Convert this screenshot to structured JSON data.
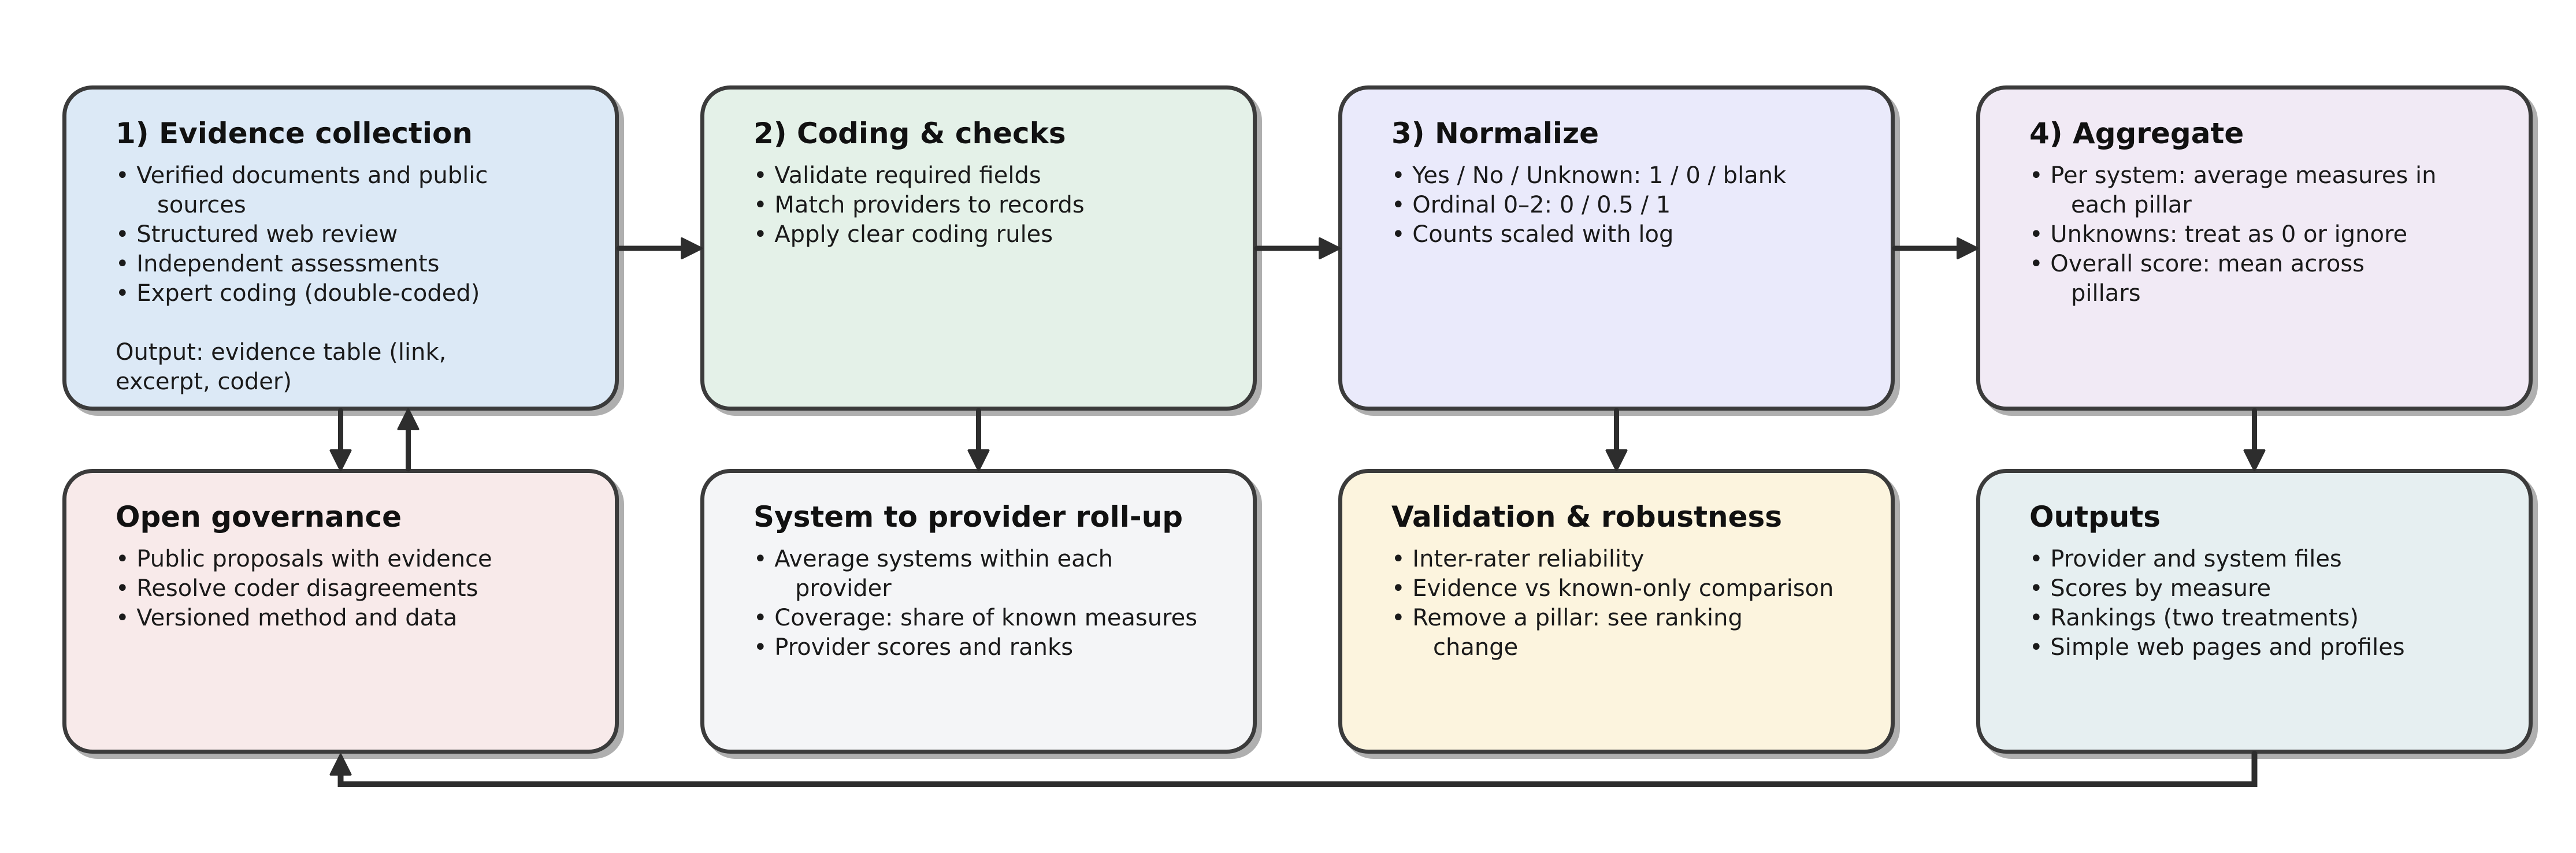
{
  "diagram": {
    "background": "#ffffff",
    "colors": {
      "border": "#3b3b3b",
      "arrow": "#2d2d2d",
      "shadow": "#6e6e6e",
      "text": "#1a1a1a"
    },
    "bullet_char": "•",
    "boxes": {
      "top_row": [
        {
          "id": "evidence-collection",
          "title": "1) Evidence collection",
          "fill": "#dce9f6",
          "bullets": [
            [
              "Verified documents and public",
              "sources"
            ],
            [
              "Structured web review"
            ],
            [
              "Independent assessments"
            ],
            [
              "Expert coding (double-coded)"
            ]
          ],
          "note": [
            "Output: evidence table (link,",
            "excerpt, coder)"
          ]
        },
        {
          "id": "coding-checks",
          "title": "2) Coding & checks",
          "fill": "#e4f1e8",
          "bullets": [
            [
              "Validate required fields"
            ],
            [
              "Match providers to records"
            ],
            [
              "Apply clear coding rules"
            ]
          ]
        },
        {
          "id": "normalize",
          "title": "3) Normalize",
          "fill": "#eaeafb",
          "bullets": [
            [
              "Yes / No / Unknown: 1 / 0 / blank"
            ],
            [
              "Ordinal 0–2: 0 / 0.5 / 1"
            ],
            [
              "Counts scaled with log"
            ]
          ]
        },
        {
          "id": "aggregate",
          "title": "4) Aggregate",
          "fill": "#f1eaf5",
          "bullets": [
            [
              "Per system: average measures in",
              "each pillar"
            ],
            [
              "Unknowns: treat as 0 or ignore"
            ],
            [
              "Overall score: mean across",
              "pillars"
            ]
          ]
        }
      ],
      "bottom_row": [
        {
          "id": "open-governance",
          "title": "Open governance",
          "fill": "#f8eaea",
          "bullets": [
            [
              "Public proposals with evidence"
            ],
            [
              "Resolve coder disagreements"
            ],
            [
              "Versioned method and data"
            ]
          ]
        },
        {
          "id": "system-provider-rollup",
          "title": "System to provider roll-up",
          "fill": "#f4f5f7",
          "bullets": [
            [
              "Average systems within each",
              "provider"
            ],
            [
              "Coverage: share of known measures"
            ],
            [
              "Provider scores and ranks"
            ]
          ]
        },
        {
          "id": "validation-robustness",
          "title": "Validation & robustness",
          "fill": "#fcf4de",
          "bullets": [
            [
              "Inter-rater reliability"
            ],
            [
              "Evidence vs known-only comparison"
            ],
            [
              "Remove a pillar: see ranking",
              "change"
            ]
          ]
        },
        {
          "id": "outputs",
          "title": "Outputs",
          "fill": "#e6eff1",
          "bullets": [
            [
              "Provider and system files"
            ],
            [
              "Scores by measure"
            ],
            [
              "Rankings (two treatments)"
            ],
            [
              "Simple web pages and profiles"
            ]
          ]
        }
      ]
    },
    "flows": [
      {
        "from": "evidence-collection",
        "to": "coding-checks",
        "style": "right"
      },
      {
        "from": "coding-checks",
        "to": "normalize",
        "style": "right"
      },
      {
        "from": "normalize",
        "to": "aggregate",
        "style": "right"
      },
      {
        "from": "evidence-collection",
        "to": "open-governance",
        "style": "down"
      },
      {
        "from": "open-governance",
        "to": "evidence-collection",
        "style": "up"
      },
      {
        "from": "coding-checks",
        "to": "system-provider-rollup",
        "style": "down"
      },
      {
        "from": "normalize",
        "to": "validation-robustness",
        "style": "down"
      },
      {
        "from": "aggregate",
        "to": "outputs",
        "style": "down"
      },
      {
        "from": "outputs",
        "to": "open-governance",
        "style": "feedback"
      }
    ]
  }
}
